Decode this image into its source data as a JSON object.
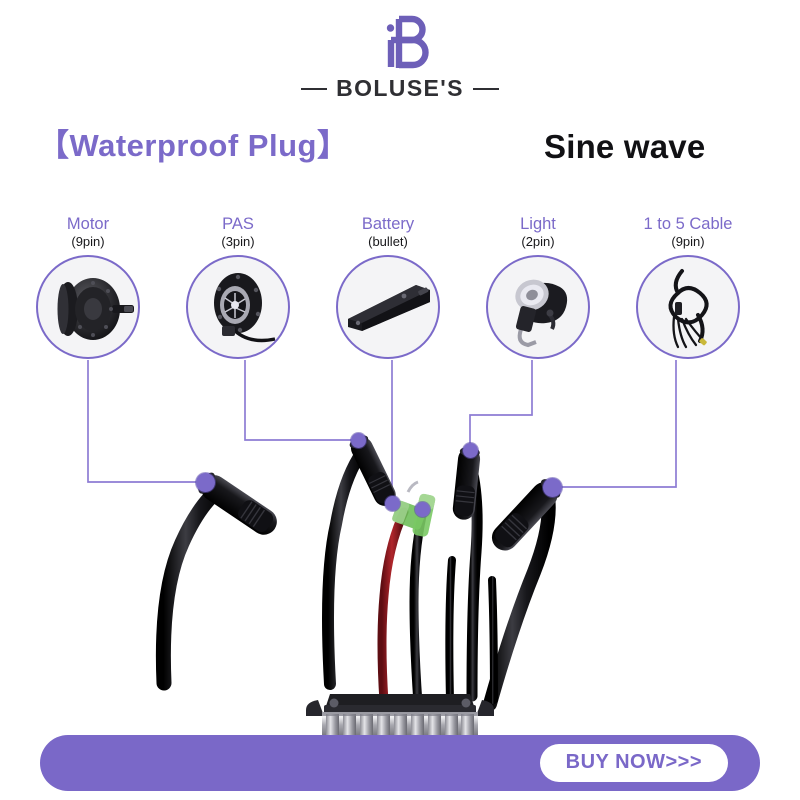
{
  "brand": {
    "logo_icon": "boluses-b-monogram-icon",
    "wordmark": "BOLUSE'S"
  },
  "headlines": {
    "left": "【Waterproof  Plug】",
    "right": "Sine wave"
  },
  "accent_colors": {
    "purple": "#7b6ac9",
    "banner_purple": "#7a68c8",
    "black": "#111114",
    "background": "#ffffff"
  },
  "components": [
    {
      "name": "Motor",
      "pins": "(9pin)",
      "icon": "hub-motor-icon"
    },
    {
      "name": "PAS",
      "pins": "(3pin)",
      "icon": "pas-sensor-icon"
    },
    {
      "name": "Battery",
      "pins": "(bullet)",
      "icon": "battery-pack-icon"
    },
    {
      "name": "Light",
      "pins": "(2pin)",
      "icon": "headlight-icon"
    },
    {
      "name": "1 to 5 Cable",
      "pins": "(9pin)",
      "icon": "cable-harness-icon"
    }
  ],
  "product": {
    "icon": "ebike-controller-icon",
    "connector_icon": "waterproof-connector-icon",
    "bullet_connector_icon": "green-bullet-connector-icon"
  },
  "cta": {
    "button_label": "BUY NOW>>>"
  }
}
